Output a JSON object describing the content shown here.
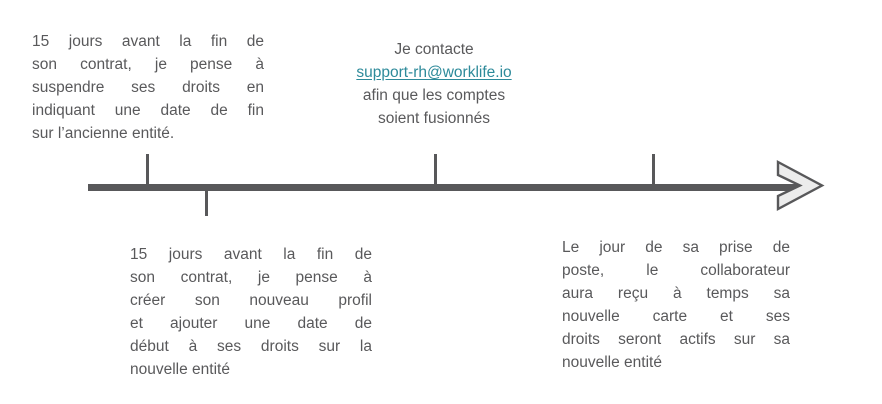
{
  "diagram": {
    "type": "timeline",
    "background_color": "#ffffff",
    "axis_color": "#58585a",
    "text_color": "#59595b",
    "link_color": "#2d8a9a",
    "arrow_fill_color": "#ececec"
  },
  "axis": {
    "ticks": [
      {
        "id": "tick-1",
        "direction": "up"
      },
      {
        "id": "tick-2",
        "direction": "down"
      },
      {
        "id": "tick-3",
        "direction": "up"
      },
      {
        "id": "tick-4",
        "direction": "up"
      }
    ],
    "arrow_icon": "arrow-right-chevron"
  },
  "notes": {
    "top_left": {
      "lines": [
        "15 jours avant la fin de",
        "son contrat, je pense à",
        "suspendre ses droits en",
        "indiquant une date de fin",
        "sur l’ancienne entité."
      ]
    },
    "center": {
      "line_before": "Je contacte",
      "email": "support-rh@worklife.io",
      "lines_after": [
        "afin que les comptes",
        "soient fusionnés"
      ]
    },
    "bottom_left": {
      "lines": [
        "15 jours avant la fin de",
        "son contrat, je pense à",
        "créer son nouveau profil",
        "et ajouter une date de",
        "début à ses droits sur la",
        "nouvelle entité"
      ]
    },
    "bottom_right": {
      "lines": [
        "Le jour de sa prise de",
        "poste, le collaborateur",
        "aura reçu à temps sa",
        "nouvelle carte et ses",
        "droits seront actifs sur sa",
        "nouvelle entité"
      ]
    }
  }
}
